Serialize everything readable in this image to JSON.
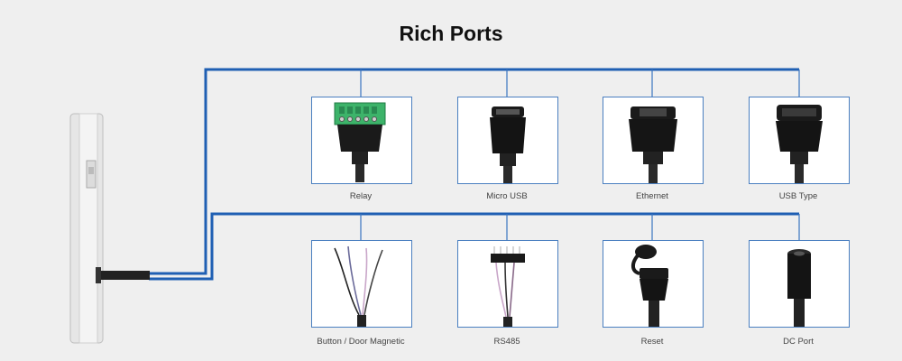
{
  "title": "Rich Ports",
  "colors": {
    "line": "#1f5fb3",
    "card_border": "#4a7fc0",
    "background": "#efefef"
  },
  "ports": [
    {
      "label": "Relay",
      "icon": "relay-terminal-connector-icon"
    },
    {
      "label": "Micro USB",
      "icon": "micro-usb-connector-icon"
    },
    {
      "label": "Ethernet",
      "icon": "ethernet-connector-icon"
    },
    {
      "label": "USB Type",
      "icon": "usb-connector-icon"
    },
    {
      "label": "Button / Door Magnetic",
      "icon": "wires-icon"
    },
    {
      "label": "RS485",
      "icon": "pin-header-wires-icon"
    },
    {
      "label": "Reset",
      "icon": "reset-connector-icon"
    },
    {
      "label": "DC Port",
      "icon": "dc-jack-icon"
    }
  ]
}
